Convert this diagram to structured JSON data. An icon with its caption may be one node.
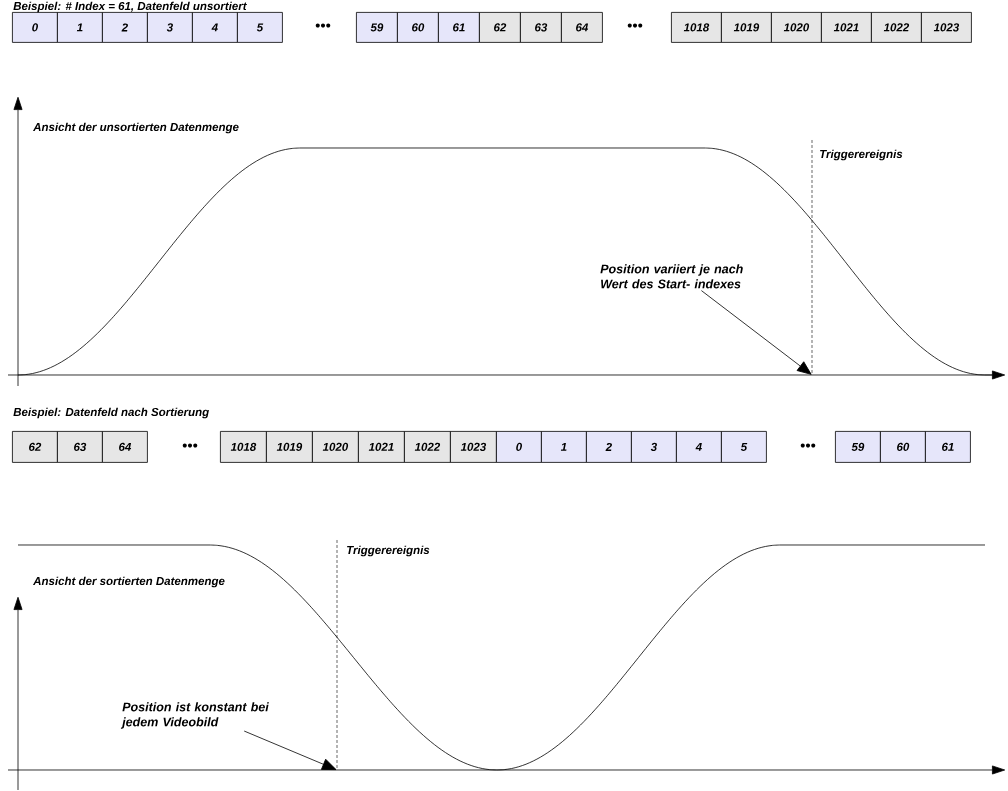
{
  "diagram": {
    "nodes": [
      {
        "text": [
          "0"
        ]
      },
      {
        "text": [
          "1"
        ]
      },
      {
        "text": [
          "2"
        ]
      },
      {
        "text": [
          "3"
        ]
      },
      {
        "text": [
          "4"
        ]
      },
      {
        "text": [
          "5"
        ]
      },
      {
        "text": [
          "59"
        ]
      },
      {
        "text": [
          "60"
        ]
      },
      {
        "text": [
          "61"
        ]
      },
      {
        "text": [
          "62"
        ]
      },
      {
        "text": [
          "63"
        ]
      },
      {
        "text": [
          "64"
        ]
      },
      {
        "text": [
          "1018"
        ]
      },
      {
        "text": [
          "1019"
        ]
      },
      {
        "text": [
          "1020"
        ]
      },
      {
        "text": [
          "1021"
        ]
      },
      {
        "text": [
          "1022"
        ]
      },
      {
        "text": [
          "1023"
        ]
      },
      {
        "text": [
          "Position variiert je nach Wert des Start- indexes"
        ]
      },
      {
        "text": [
          "62"
        ]
      },
      {
        "text": [
          "63"
        ]
      },
      {
        "text": [
          "64"
        ]
      },
      {
        "text": [
          "1018"
        ]
      },
      {
        "text": [
          "1019"
        ]
      },
      {
        "text": [
          "1020"
        ]
      },
      {
        "text": [
          "1021"
        ]
      },
      {
        "text": [
          "1022"
        ]
      },
      {
        "text": [
          "1023"
        ]
      },
      {
        "text": [
          "0"
        ]
      },
      {
        "text": [
          "1"
        ]
      },
      {
        "text": [
          "2"
        ]
      },
      {
        "text": [
          "3"
        ]
      },
      {
        "text": [
          "4"
        ]
      },
      {
        "text": [
          "5"
        ]
      },
      {
        "text": [
          "59"
        ]
      },
      {
        "text": [
          "60"
        ]
      },
      {
        "text": [
          "61"
        ]
      },
      {
        "text": [
          "Position ist konstant bei jedem Videobild"
        ]
      }
    ],
    "edges": [
      {
        "from": 18,
        "to": null,
        "arrow": "to"
      },
      {
        "from": 37,
        "to": null,
        "arrow": "to"
      }
    ],
    "labels": [
      "Beispiel: # Index = 61, Datenfeld unsortiert",
      "•••",
      "•••",
      "Ansicht der unsortierten Datenmenge",
      "Triggerereignis",
      "Beispiel: Datenfeld nach Sortierung",
      "•••",
      "•••",
      "Ansicht der sortierten Datenmenge",
      "Triggerereignis"
    ]
  }
}
